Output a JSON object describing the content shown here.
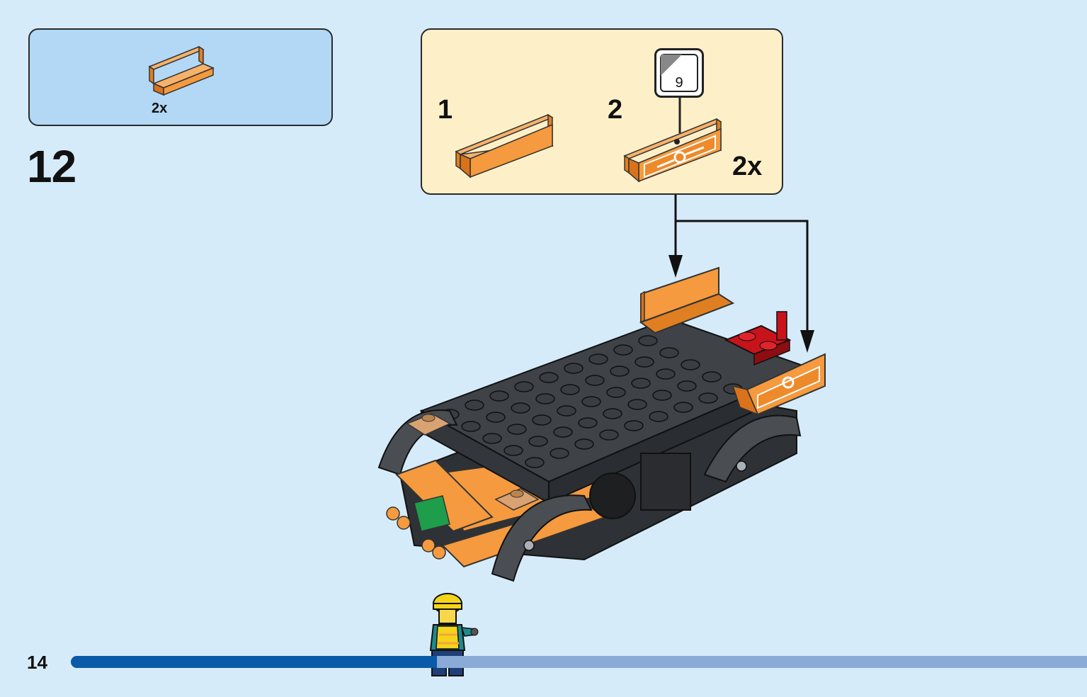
{
  "page": {
    "page_number": "14",
    "step_number": "12",
    "progress_fraction": 0.36
  },
  "parts_needed": {
    "quantity": "2x",
    "part_color": "#f59a3e",
    "icon": "orange-bracket-piece"
  },
  "submodel": {
    "step1_label": "1",
    "step2_label": "2",
    "quantity": "2x",
    "sticker_number": "9",
    "icon": "sticker-sheet-icon"
  },
  "colors": {
    "background": "#d6ebfa",
    "parts_box": "#b3d8f5",
    "submodel_box": "#fdf0c8",
    "orange": "#f59a3e",
    "dark_gray": "#3f4348",
    "red": "#c8131b",
    "progress_done": "#0a5aa8",
    "progress_remaining": "#8aaad8"
  }
}
